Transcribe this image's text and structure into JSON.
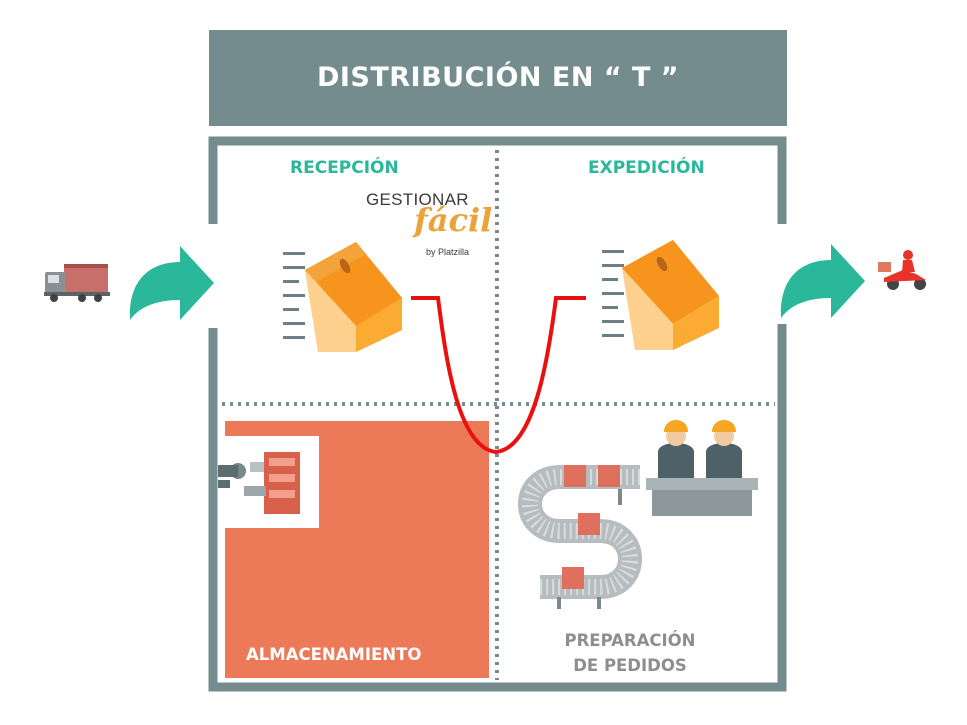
{
  "title": "DISTRIBUCIÓN EN “ T ”",
  "zones": {
    "reception": "RECEPCIÓN",
    "shipping": "EXPEDICIÓN",
    "storage": "ALMACENAMIENTO",
    "order_prep_line1": "PREPARACIÓN",
    "order_prep_line2": "DE PEDIDOS"
  },
  "logo": {
    "top": "GESTIONAR",
    "script": "fácil",
    "by": "by Platzilla"
  },
  "icons": [
    "truck-icon",
    "arrow-in-icon",
    "box-reception-icon",
    "box-shipping-icon",
    "arrow-out-icon",
    "delivery-scooter-icon",
    "robot-arm-icon",
    "conveyor-belt-icon",
    "workers-icon"
  ],
  "colors": {
    "frame": "#748c8d",
    "teal": "#2ab79a",
    "storage": "#ec7a58",
    "flow_line": "#e8110f",
    "box": "#f89d1c"
  }
}
